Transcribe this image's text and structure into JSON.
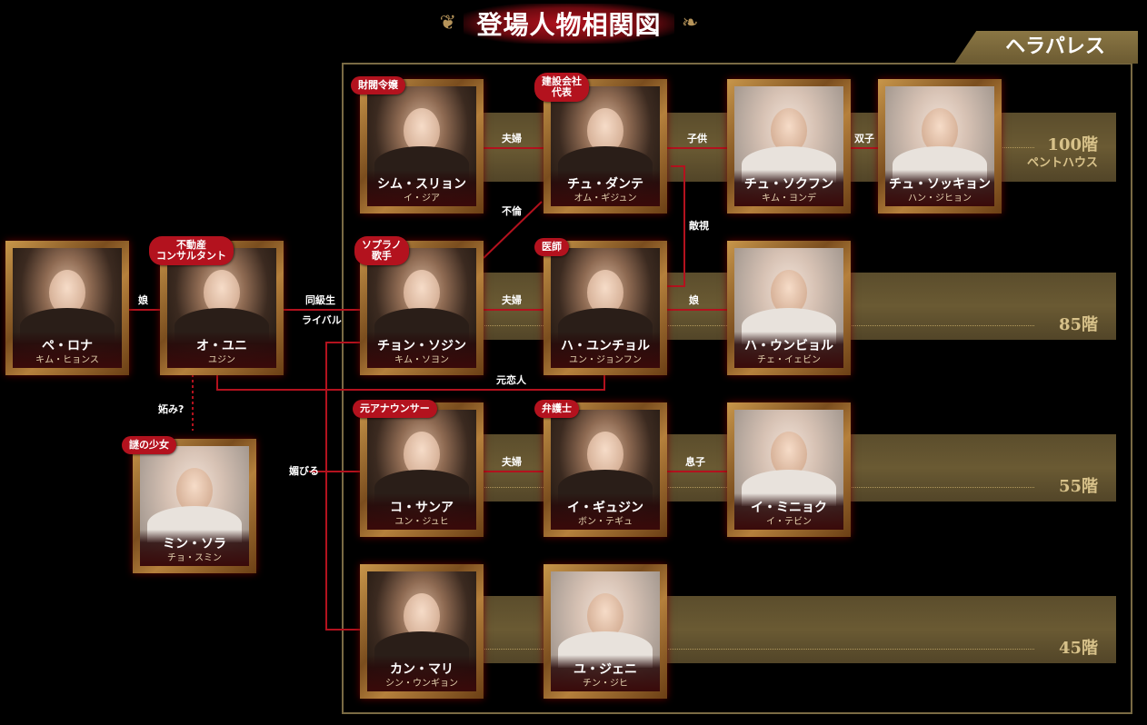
{
  "header": {
    "title": "登場人物相関図"
  },
  "palace": {
    "label": "ヘラパレス"
  },
  "floors": {
    "f100": {
      "label": "100階",
      "sub": "ペントハウス"
    },
    "f85": {
      "label": "85階"
    },
    "f55": {
      "label": "55階"
    },
    "f45": {
      "label": "45階"
    }
  },
  "characters": {
    "shim": {
      "name": "シム・スリョン",
      "actor": "イ・ジア",
      "badge": "財閥令嬢"
    },
    "dante": {
      "name": "チュ・ダンテ",
      "actor": "オム・ギジュン",
      "badge": "建設会社\n代表"
    },
    "sokhun": {
      "name": "チュ・ソクフン",
      "actor": "キム・ヨンデ"
    },
    "sokkyong": {
      "name": "チュ・ソッキョン",
      "actor": "ハン・ジヒョン"
    },
    "rona": {
      "name": "ペ・ロナ",
      "actor": "キム・ヒョンス"
    },
    "yuni": {
      "name": "オ・ユニ",
      "actor": "ユジン",
      "badge": "不動産\nコンサルタント"
    },
    "sojin": {
      "name": "チョン・ソジン",
      "actor": "キム・ソヨン",
      "badge": "ソプラノ\n歌手"
    },
    "yunchol": {
      "name": "ハ・ユンチョル",
      "actor": "ユン・ジョンフン",
      "badge": "医師"
    },
    "unbyol": {
      "name": "ハ・ウンビョル",
      "actor": "チェ・イェビン"
    },
    "sora": {
      "name": "ミン・ソラ",
      "actor": "チョ・スミン",
      "badge": "謎の少女"
    },
    "sana": {
      "name": "コ・サンア",
      "actor": "ユン・ジュヒ",
      "badge": "元アナウンサー"
    },
    "gyujin": {
      "name": "イ・ギュジン",
      "actor": "ボン・テギュ",
      "badge": "弁護士"
    },
    "minhyok": {
      "name": "イ・ミニョク",
      "actor": "イ・テビン"
    },
    "mari": {
      "name": "カン・マリ",
      "actor": "シン・ウンギョン"
    },
    "jeni": {
      "name": "ユ・ジェニ",
      "actor": "チン・ジヒ"
    }
  },
  "relations": {
    "fufu1": "夫婦",
    "kodomo": "子供",
    "futago": "双子",
    "furin": "不倫",
    "tekishi": "敵視",
    "musume1": "娘",
    "dokyusei": "同級生",
    "rival": "ライバル",
    "fufu2": "夫婦",
    "musume2": "娘",
    "motokoibito": "元恋人",
    "netami": "妬み?",
    "kobiru": "媚びる",
    "fufu3": "夫婦",
    "musuko": "息子"
  }
}
